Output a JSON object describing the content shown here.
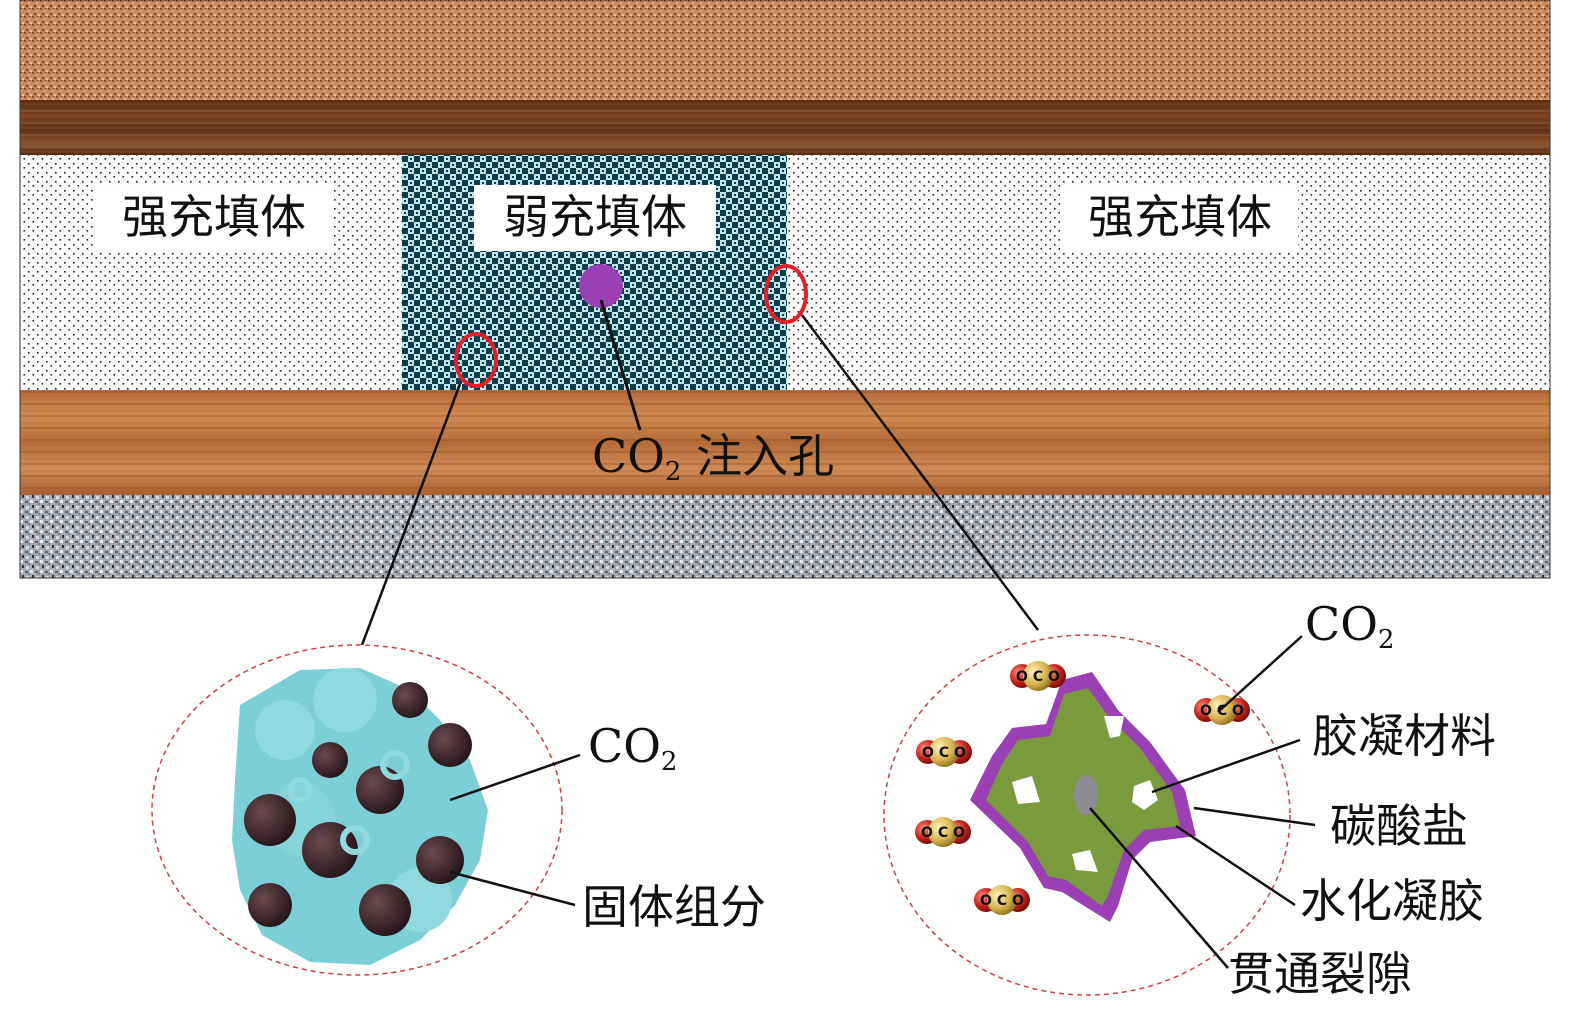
{
  "layers": {
    "strong_fill_left": "强充填体",
    "weak_fill": "弱充填体",
    "strong_fill_right": "强充填体"
  },
  "injection": {
    "label_main": "CO",
    "label_sub": "2",
    "label_suffix": " 注入孔",
    "color": "#9b3fb5"
  },
  "left_zoom": {
    "co2_main": "CO",
    "co2_sub": "2",
    "solid_label": "固体组分"
  },
  "right_zoom": {
    "co2_main": "CO",
    "co2_sub": "2",
    "labels": [
      "胶凝材料",
      "碳酸盐",
      "水化凝胶",
      "贯通裂隙"
    ],
    "molecule_letters": [
      "O",
      "C",
      "O"
    ]
  },
  "colors": {
    "highlight_ring": "#e0202a",
    "gel": "#7a9a3e",
    "carbonate_rim": "#9b3fb5",
    "particle": "#7ccfd6",
    "dashed": "#d04040"
  }
}
